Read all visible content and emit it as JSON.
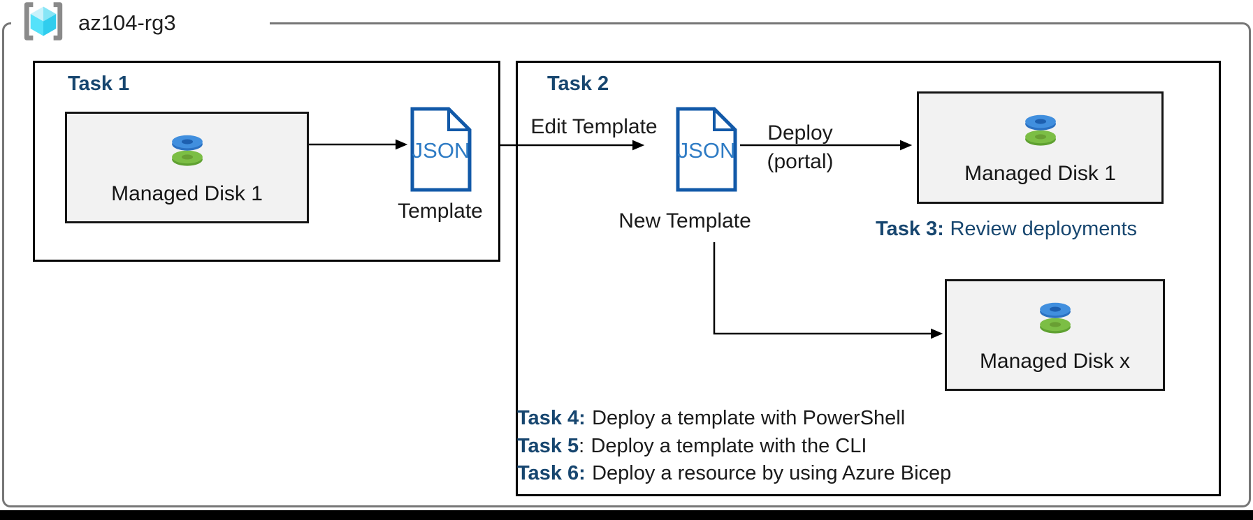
{
  "resource_group": {
    "name": "az104-rg3"
  },
  "task1": {
    "title": "Task 1",
    "disk": {
      "label": "Managed Disk 1"
    },
    "template": {
      "file_type": "JSON",
      "label": "Template"
    }
  },
  "task2": {
    "title": "Task 2",
    "edit_arrow_label": "Edit Template",
    "template": {
      "file_type": "JSON",
      "label": "New Template"
    },
    "deploy_arrow_label_line1": "Deploy",
    "deploy_arrow_label_line2": "(portal)",
    "disk1": {
      "label": "Managed Disk 1"
    },
    "diskx": {
      "label": "Managed Disk x"
    }
  },
  "task3": {
    "prefix": "Task 3:",
    "text": "Review deployments"
  },
  "task_list": [
    {
      "bold": "Task 4:",
      "sep": "",
      "text": "Deploy a template with PowerShell"
    },
    {
      "bold": "Task 5",
      "sep": ":",
      "text": "Deploy a template with the CLI"
    },
    {
      "bold": "Task 6:",
      "sep": "",
      "text": "Deploy a resource by using Azure Bicep"
    }
  ],
  "colors": {
    "heading_blue": "#17466F",
    "json_border_blue": "#1259A8",
    "json_text_blue": "#2E7BC4",
    "disk_blue": "#418FDE",
    "disk_green": "#7CBE45",
    "box_fill_gray": "#F2F2F2",
    "boundary_gray": "#767676"
  }
}
